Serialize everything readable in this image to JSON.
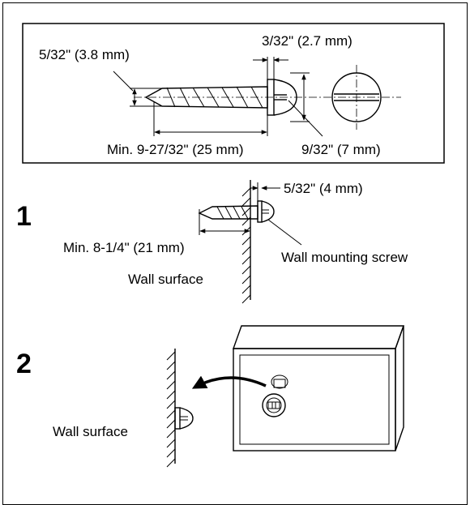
{
  "screw_spec": {
    "head_thickness": "3/32\" (2.7 mm)",
    "shank_diameter": "5/32\" (3.8 mm)",
    "min_length": "Min. 9-27/32\" (25 mm)",
    "head_diameter": "9/32\" (7 mm)"
  },
  "step1": {
    "number": "1",
    "protrusion": "5/32\" (4 mm)",
    "min_embed": "Min. 8-1/4\" (21 mm)",
    "screw_label": "Wall mounting screw",
    "wall_label": "Wall surface"
  },
  "step2": {
    "number": "2",
    "wall_label": "Wall surface"
  },
  "icons": [
    "screw-side-icon",
    "screw-head-icon",
    "wall-hatch-icon",
    "device-box-icon",
    "arrow-icon"
  ]
}
